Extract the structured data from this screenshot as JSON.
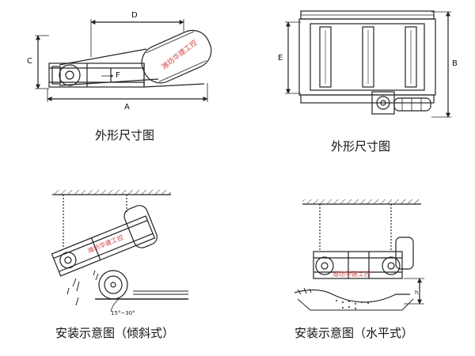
{
  "captions": {
    "fig1": "外形尺寸图",
    "fig2": "外形尺寸图",
    "fig3": "安装示意图（倾斜式）",
    "fig4": "安装示意图（水平式）"
  },
  "dimension_labels": {
    "A": "A",
    "B": "B",
    "C": "C",
    "D": "D",
    "E": "E",
    "F": "F"
  },
  "stamp_text": "潍坊华建工控",
  "angle_label": "15°~30°",
  "height_label": "h",
  "colors": {
    "line": "#222222",
    "stamp": "#d04a4a"
  }
}
